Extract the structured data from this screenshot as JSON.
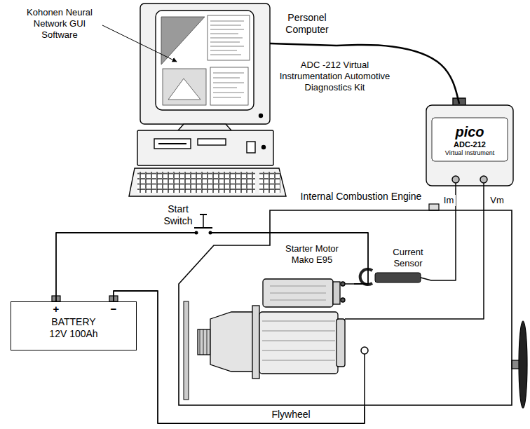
{
  "diagram": {
    "nodes": [
      {
        "text": [
          "Personel Computer"
        ]
      },
      {
        "text": [
          "pico",
          "ADC-212",
          "Virtual Instrument"
        ]
      },
      {
        "text": [
          "Internal Combustion Engine"
        ]
      },
      {
        "text": [
          "Current Sensor"
        ],
        "in": 2
      },
      {
        "text": [
          "Starter Motor Mako E95"
        ],
        "in": 2
      },
      {
        "text": [
          "BATTERY 12V 100Ah"
        ]
      }
    ],
    "edges": [
      {
        "from": 0,
        "to": 1,
        "arrow": "none"
      },
      {
        "from": 1,
        "to": 3,
        "label": "Im",
        "arrow": "none"
      },
      {
        "from": 1,
        "to": 4,
        "label": "Vm",
        "arrow": "none"
      },
      {
        "from": 5,
        "to": 4,
        "arrow": "none"
      },
      {
        "from": 5,
        "to": 2,
        "arrow": "none"
      }
    ],
    "labels": [
      "Kohonen Neural Network GUI Software",
      "ADC -212 Virtual Instrumentation Automotive Diagnostics Kit",
      "Start Switch",
      "+",
      "−",
      "Flywheel"
    ]
  }
}
